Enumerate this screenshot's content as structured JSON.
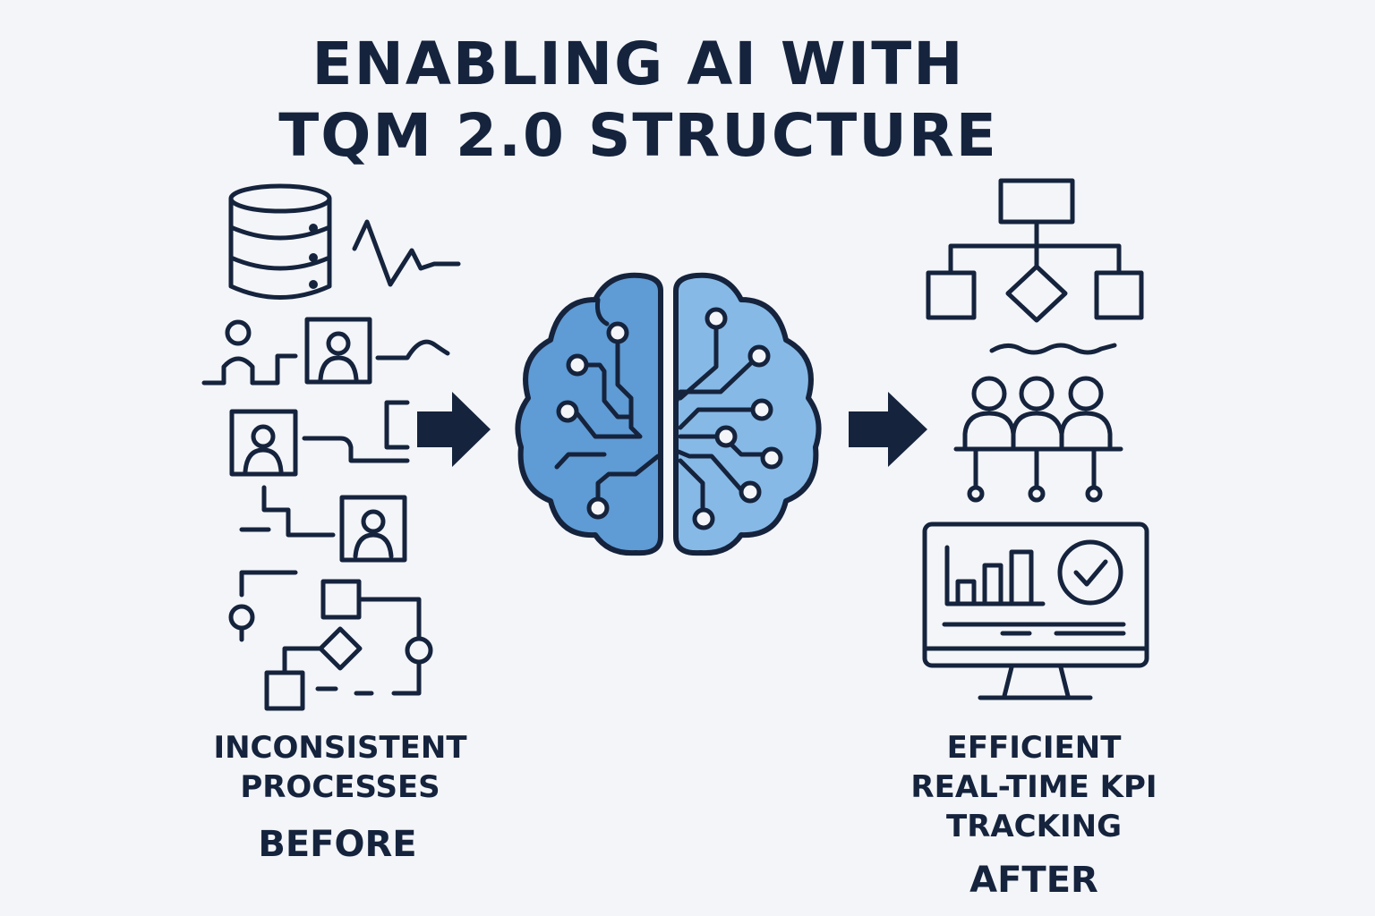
{
  "title": {
    "line1": "ENABLING AI WITH",
    "line2": "TQM 2.0 STRUCTURE"
  },
  "before": {
    "caption_line1": "INCONSISTENT",
    "caption_line2": "PROCESSES",
    "label": "BEFORE"
  },
  "after": {
    "caption_line1": "EFFICIENT",
    "caption_line2": "REAL-TIME KPI",
    "caption_line3": "TRACKING",
    "label": "AFTER"
  },
  "colors": {
    "navy": "#15233d",
    "brain_left": "#5f9bd4",
    "brain_right": "#86b9e6",
    "background": "#f3f5f8"
  }
}
